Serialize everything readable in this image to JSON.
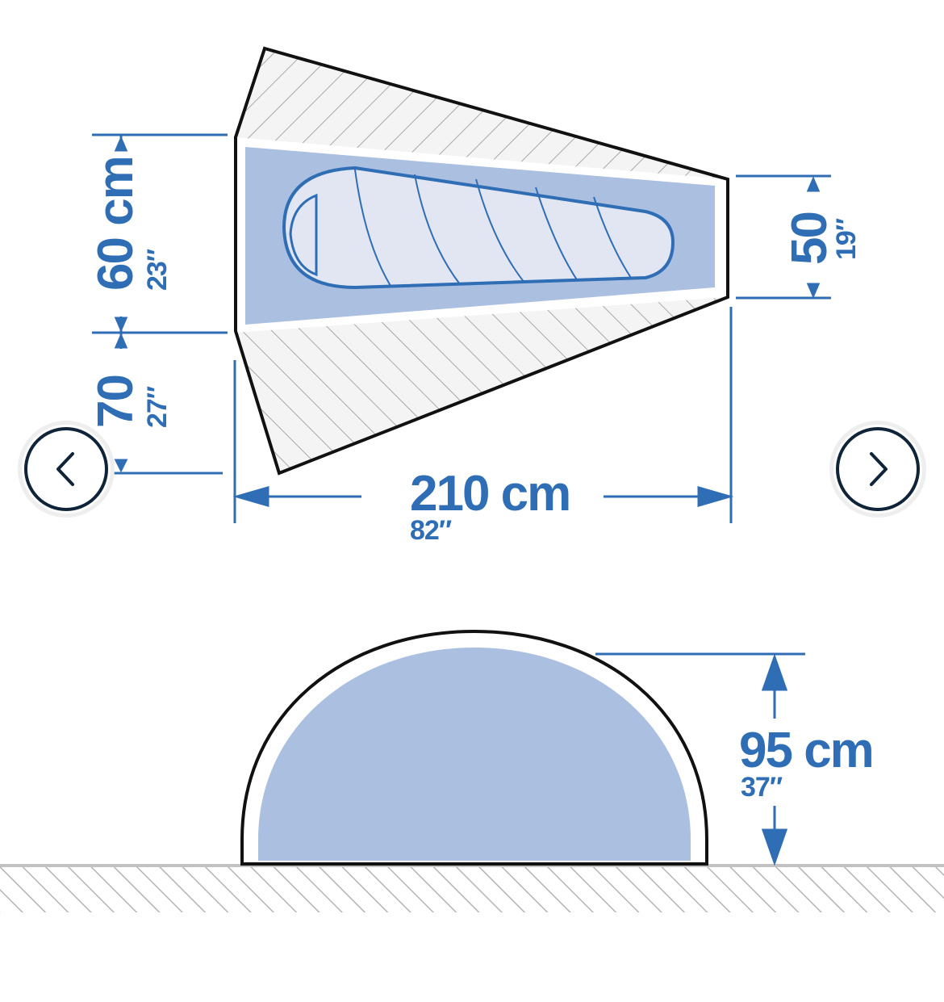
{
  "colors": {
    "dimension_blue": "#2f6db5",
    "inner_fill": "#abbfe0",
    "sleeping_bag_fill": "#e1e6f2",
    "outline": "#111111",
    "hatch": "#9a9a9a",
    "nav_ring": "#0f2438"
  },
  "top_view": {
    "inner_width": {
      "metric": "60 cm",
      "imperial": "23″"
    },
    "vestibule_depth": {
      "metric": "70",
      "imperial": "27″"
    },
    "end_width": {
      "metric": "50",
      "imperial": "19″"
    },
    "length": {
      "metric": "210 cm",
      "imperial": "82″"
    }
  },
  "side_view": {
    "height": {
      "metric": "95 cm",
      "imperial": "37″"
    }
  },
  "navigation": {
    "prev_icon": "chevron-left-icon",
    "next_icon": "chevron-right-icon"
  }
}
